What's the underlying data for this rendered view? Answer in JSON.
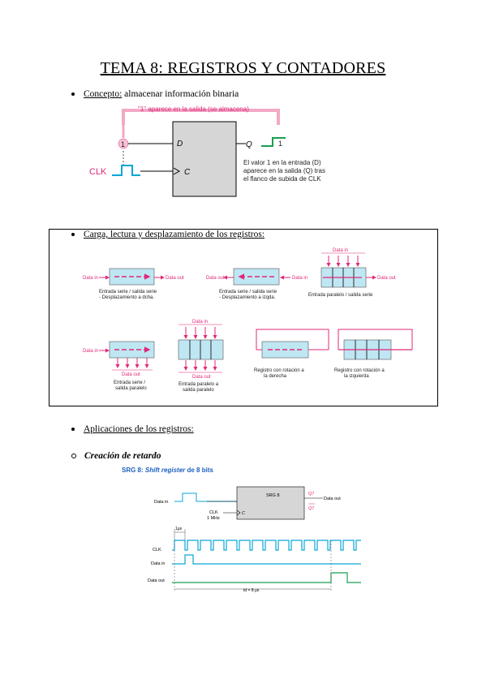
{
  "title": "TEMA 8: REGISTROS Y CONTADORES",
  "concept": {
    "label": "Concepto:",
    "text": " almacenar información binaria",
    "fig": {
      "appears_note": "\"1\" aparece en la salida (se almacena)",
      "input_one": "1",
      "d_label": "D",
      "c_label": "C",
      "q_label": "Q",
      "q_value": "1",
      "clk_label": "CLK",
      "caption_line1": "El valor 1 en la entrada (D)",
      "caption_line2": "aparece en la salida (Q) tras",
      "caption_line3": "el flanco de subida de CLK"
    }
  },
  "box": {
    "heading": "Carga, lectura y desplazamiento de los registros:",
    "data_in": "Data in",
    "data_out": "Data out",
    "cap1_l1": "Entrada serie / salida serie",
    "cap1_l2": "- Desplazamiento a dcha.",
    "cap2_l1": "Entrada serie / salida serie",
    "cap2_l2": "- Desplazamiento a izqda.",
    "cap3_l1": "Entrada paralelo / salida serie",
    "cap4_l1": "Entrada serie /",
    "cap4_l2": "salida paralelo",
    "cap5_l1": "Entrada paralelo a",
    "cap5_l2": "salida paralelo",
    "cap6_l1": "Registro con rotación a",
    "cap6_l2": "la derecha",
    "cap7_l1": "Registro con rotación a",
    "cap7_l2": "la izquierda"
  },
  "apps": {
    "heading": "Aplicaciones de los registros:",
    "sub": "Creación de retardo",
    "srg_title_a": "SRG 8: ",
    "srg_title_b": "Shift register",
    "srg_title_c": " de 8 bits",
    "data_in": "Data in",
    "data_out": "Data out",
    "srg_label": "SRG 8",
    "q7": "Q7",
    "q7n": "Q7",
    "clk_l1": "CLK",
    "clk_l2": "1 MHz",
    "c_label": "C",
    "period": "1μs",
    "sig_clk": "CLK",
    "sig_in": "Data in",
    "sig_out": "Data out",
    "delay": "td = 8 μs"
  },
  "colors": {
    "pink": "#e0287a",
    "cyan": "#0aa7d6",
    "green": "#1a9e52",
    "reg_fill": "#bfe6f3",
    "block_fill": "#d6d6d6"
  }
}
